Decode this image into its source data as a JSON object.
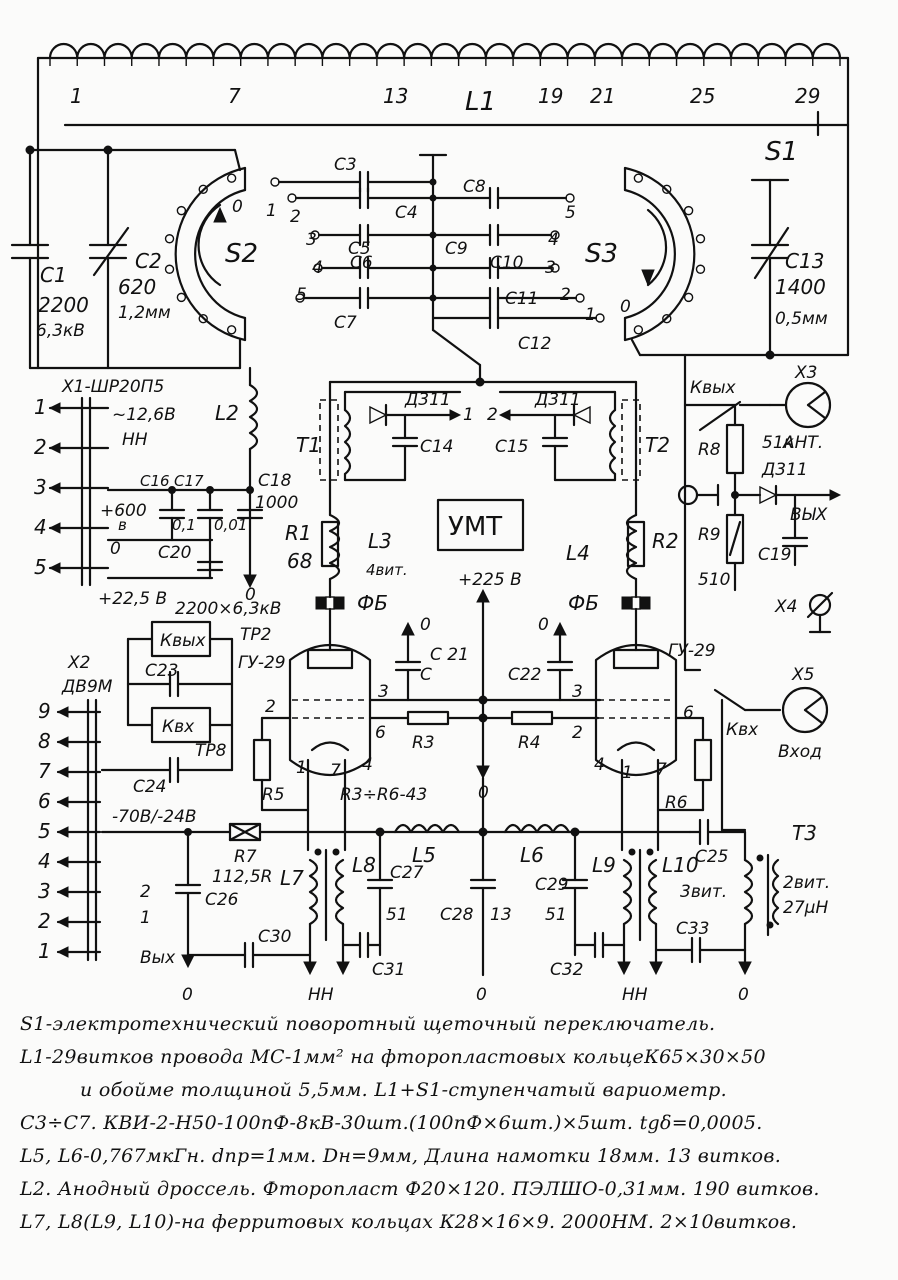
{
  "inductor_l1": {
    "label": "L1",
    "taps": [
      "1",
      "7",
      "13",
      "19",
      "21",
      "25",
      "29"
    ]
  },
  "switches": {
    "s1": "S1",
    "s2": "S2",
    "s3": "S3",
    "s2_zero": "0",
    "s3_zero": "0"
  },
  "capacitors": {
    "c1": {
      "name": "C1",
      "value": "2200",
      "rating": "6,3кВ"
    },
    "c2": {
      "name": "C2",
      "value": "620",
      "rating": "1,2мм"
    },
    "c13": {
      "name": "C13",
      "value": "1400",
      "rating": "0,5мм"
    },
    "bank": [
      "C3",
      "C4",
      "C5",
      "C6",
      "C7",
      "C8",
      "C9",
      "C10",
      "C11",
      "C12"
    ],
    "c14": "C14",
    "c15": "C15",
    "c16": "C16",
    "c17": "C17",
    "c17v": "0,1",
    "c20": "C20",
    "c20v": "0,01",
    "c18": "C18",
    "c18v": "1000",
    "c20note": "2200×6,3кВ",
    "c21": "C 21",
    "c21c": "C",
    "c22": "C22",
    "c23": "C23",
    "c24": "C24",
    "c25": "C25",
    "c26": "C26",
    "c27": "C27",
    "c27v": "51",
    "c28": "C28",
    "c28v": "13",
    "c29": "C29",
    "c29v": "51",
    "c30": "C30",
    "c31": "C31",
    "c32": "C32",
    "c33": "C33",
    "c19": "C19"
  },
  "bank_numbers": {
    "left": [
      "1",
      "2",
      "3",
      "4",
      "5"
    ],
    "right": [
      "5",
      "4",
      "3",
      "2",
      "1"
    ]
  },
  "connector_x1": {
    "title": "X1-ШР20П5",
    "pins": [
      "1",
      "2",
      "3",
      "4",
      "5"
    ],
    "supply": "~12,6В",
    "nn": "НН",
    "hv": "+600",
    "hv_unit": "в",
    "zero": "0",
    "bias": "+22,5 В"
  },
  "connector_x2": {
    "title": "X2",
    "type": "ДВ9М",
    "pins": [
      "9",
      "8",
      "7",
      "6",
      "5",
      "4",
      "3",
      "2",
      "1"
    ],
    "neg": "-70В/-24В",
    "out_2": "2",
    "out_1": "1",
    "out": "Вых"
  },
  "relays": {
    "kvyh": "Квых",
    "kvh": "Квх",
    "tr2": "ТР2",
    "tr8": "ТР8",
    "kvyh_top": "Квых",
    "kvh_bot": "Квх"
  },
  "chokes": {
    "l2": "L2",
    "l3": "L3",
    "l3turns": "4вит.",
    "l4": "L4",
    "l5": "L5",
    "l6": "L6",
    "l7": "L7",
    "l8": "L8",
    "l9": "L9",
    "l10": "L10",
    "l10turns": "3вит.",
    "fb_left": "ФБ",
    "fb_right": "ФБ"
  },
  "transformers": {
    "t1": "T1",
    "t2": "T2",
    "t3": "T3",
    "t3turns": "2вит.",
    "t3ind": "27µН"
  },
  "resistors": {
    "r1": "R1",
    "r1v": "68",
    "r2": "R2",
    "r3": "R3",
    "r4": "R4",
    "r5": "R5",
    "r6": "R6",
    "r7": "R7",
    "r7v": "112,5R",
    "r8": "R8",
    "r8v": "51к",
    "r9": "R9",
    "r9v": "510",
    "r36": "R3÷R6-43"
  },
  "diodes": {
    "d1": "Д311",
    "d1pin": "1",
    "d2": "Д311",
    "d2pin": "2",
    "d3": "Д311"
  },
  "tubes": {
    "left": "ГУ-29",
    "right": "ГУ-29",
    "pins": [
      "1",
      "2",
      "3",
      "4",
      "6",
      "7"
    ]
  },
  "misc": {
    "umt": "УМТ",
    "b225": "+225 В",
    "zero": "0",
    "nn": "НН",
    "ant": "АНТ.",
    "vhod": "Вход",
    "vyh": "ВЫХ",
    "x3": "Х3",
    "x4": "Х4",
    "x5": "Х5"
  },
  "notes": [
    "S1-электротехнический поворотный щеточный переключатель.",
    "L1-29витков провода МС-1мм² на фторопластовых кольцеК65×30×50",
    "и обойме толщиной 5,5мм. L1+S1-ступенчатый вариометр.",
    "C3÷C7. КВИ-2-Н50-100пФ-8кВ-30шт.(100пФ×6шт.)×5шт. tgδ=0,0005.",
    "L5, L6-0,767мкГн. dпр=1мм. Dн=9мм, Длина намотки 18мм. 13 витков.",
    "L2. Анодный дроссель. Фторопласт Ф20×120. ПЭЛШО-0,31мм. 190 витков.",
    "L7, L8(L9, L10)-на ферритовых кольцах К28×16×9. 2000НМ. 2×10витков."
  ]
}
